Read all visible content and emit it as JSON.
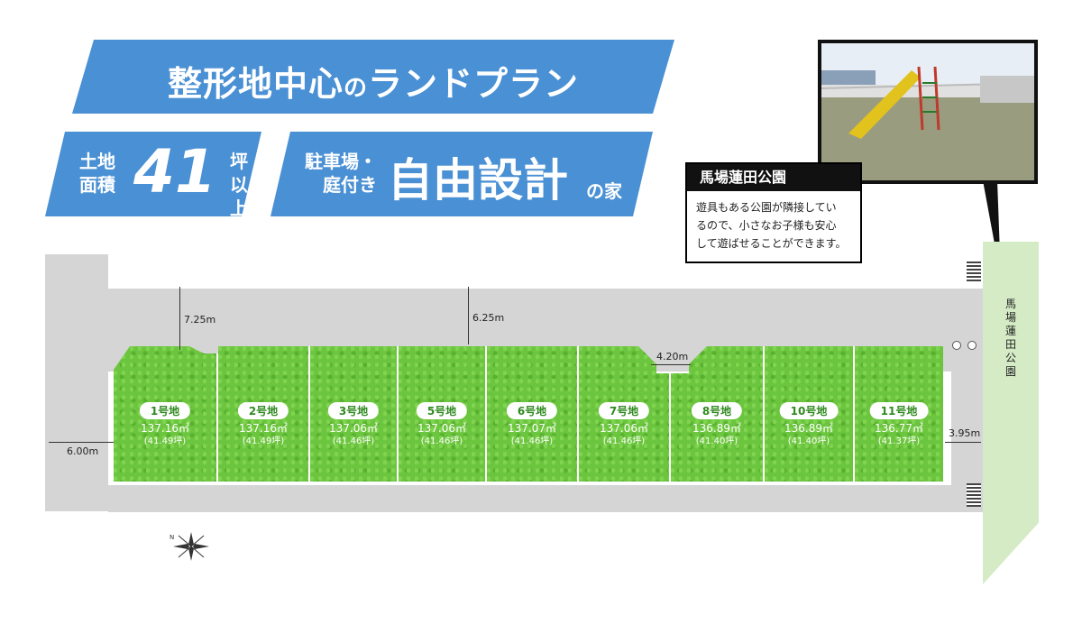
{
  "headline": {
    "main": "整形地中心",
    "particle": "の",
    "rest": "ランドプラン"
  },
  "land_banner": {
    "label_line1": "土地",
    "label_line2": "面積",
    "value": "41",
    "unit_line1": "坪",
    "unit_line2": "以上"
  },
  "design_banner": {
    "label_line1": "駐車場・",
    "label_line2": "庭付き",
    "value": "自由設計",
    "suffix": "の家"
  },
  "park_callout": {
    "title": "馬場蓮田公園",
    "line1": "遊具もある公園が隣接してい",
    "line2": "るので、小さなお子様も安心",
    "line3": "して遊ばせることができます。"
  },
  "park_label": "馬場蓮田公園",
  "dimensions": {
    "left_road": "6.00m",
    "top_road_a": "7.25m",
    "top_road_b": "6.25m",
    "notch": "4.20m",
    "right_road": "3.95m"
  },
  "lots": [
    {
      "name": "1号地",
      "area": "137.16㎡",
      "tsubo": "(41.49坪)"
    },
    {
      "name": "2号地",
      "area": "137.16㎡",
      "tsubo": "(41.49坪)"
    },
    {
      "name": "3号地",
      "area": "137.06㎡",
      "tsubo": "(41.46坪)"
    },
    {
      "name": "5号地",
      "area": "137.06㎡",
      "tsubo": "(41.46坪)"
    },
    {
      "name": "6号地",
      "area": "137.07㎡",
      "tsubo": "(41.46坪)"
    },
    {
      "name": "7号地",
      "area": "137.06㎡",
      "tsubo": "(41.46坪)"
    },
    {
      "name": "8号地",
      "area": "136.89㎡",
      "tsubo": "(41.40坪)"
    },
    {
      "name": "10号地",
      "area": "136.89㎡",
      "tsubo": "(41.40坪)"
    },
    {
      "name": "11号地",
      "area": "136.77㎡",
      "tsubo": "(41.37坪)"
    }
  ],
  "compass_label": "N",
  "colors": {
    "banner": "#4a90d4",
    "lot": "#6cc53e",
    "road": "#d5d5d5",
    "park": "#d4ebc6"
  }
}
